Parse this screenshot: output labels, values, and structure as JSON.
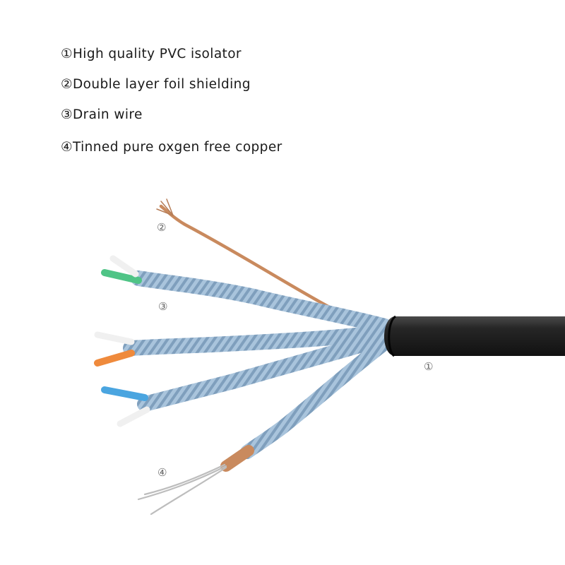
{
  "legend": {
    "items": [
      {
        "marker": "①",
        "text": "High quality PVC isolator"
      },
      {
        "marker": "②",
        "text": "Double layer foil shielding"
      },
      {
        "marker": "③",
        "text": "Drain wire"
      },
      {
        "marker": "④",
        "text": "Tinned pure oxgen free copper"
      }
    ]
  },
  "callouts": {
    "jacket": "①",
    "foil": "②",
    "drain": "③",
    "copper": "④"
  },
  "colors": {
    "jacket": "#1e1e1e",
    "foil_shield": "#a9c4dc",
    "copper_drain": "#c98a5e",
    "pair_green": "#4fc486",
    "pair_orange": "#ef8a3c",
    "pair_blue": "#4aa5e0",
    "pair_white": "#f0f0f0",
    "tinned_copper": "#c9c9c9"
  }
}
